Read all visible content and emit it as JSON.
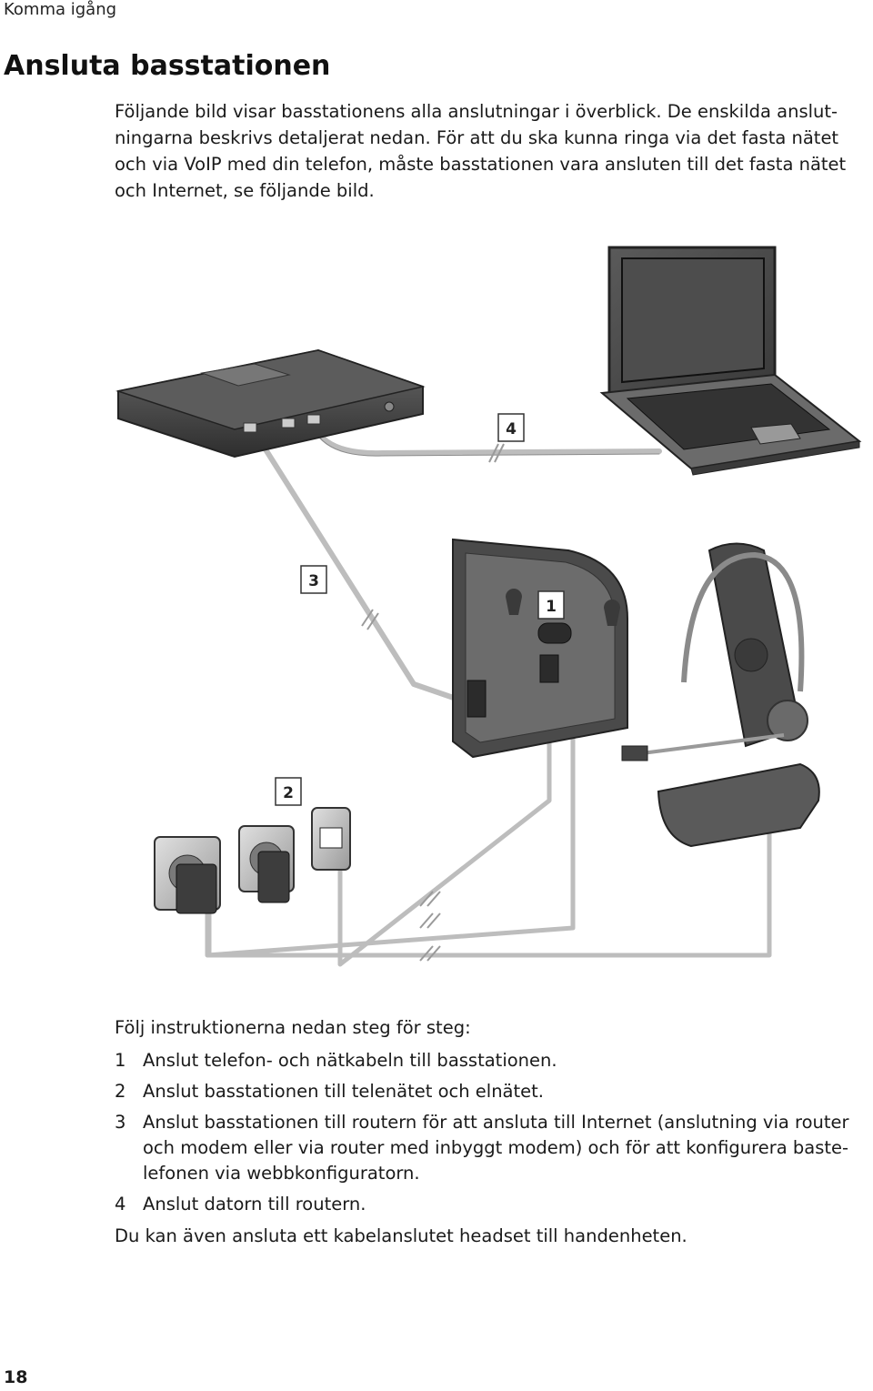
{
  "header": {
    "section": "Komma igång"
  },
  "title": "Ansluta basstationen",
  "intro": {
    "lines": [
      "Följande bild visar basstationens alla anslutningar i överblick. De enskilda anslut-",
      "ningarna beskrivs detaljerat nedan. För att du ska kunna ringa via det fasta nätet",
      "och via VoIP med din telefon, måste basstationen vara ansluten till det fasta nätet",
      "och Internet, se följande bild."
    ]
  },
  "illustration": {
    "callouts": [
      "1",
      "2",
      "3",
      "4"
    ]
  },
  "steps_lead": "Följ instruktionerna nedan steg för steg:",
  "steps": [
    {
      "num": "1",
      "lines": [
        "Anslut telefon- och nätkabeln till basstationen."
      ]
    },
    {
      "num": "2",
      "lines": [
        "Anslut basstationen till telenätet och elnätet."
      ]
    },
    {
      "num": "3",
      "lines": [
        "Anslut basstationen till routern för att ansluta till Internet (anslutning via router",
        "och modem eller via router med inbyggt modem) och för att konfigurera baste-",
        "lefonen via webbkonfiguratorn."
      ]
    },
    {
      "num": "4",
      "lines": [
        "Anslut datorn till routern."
      ]
    }
  ],
  "closing": "Du kan även ansluta ett kabelanslutet headset till handenheten.",
  "page_number": "18"
}
